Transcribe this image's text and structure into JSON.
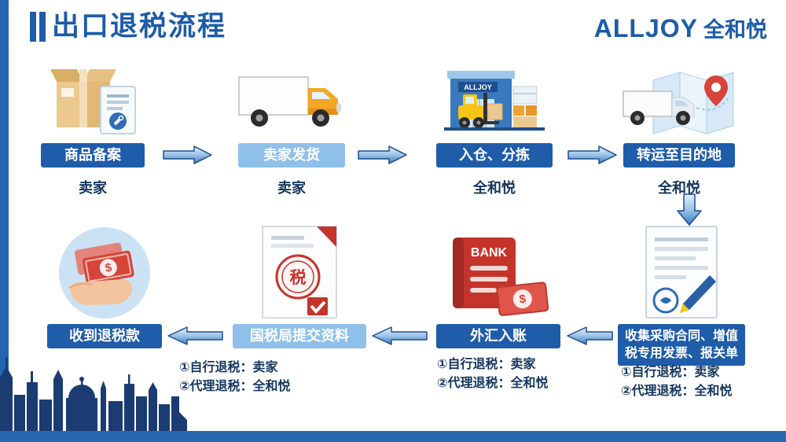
{
  "header": {
    "title": "出口退税流程",
    "brand_en": "ALLJOY",
    "brand_cn": "全和悦"
  },
  "top_row": [
    {
      "label": "商品备案",
      "actor": "卖家"
    },
    {
      "label": "卖家发货",
      "actor": "卖家"
    },
    {
      "label": "入仓、分拣",
      "actor": "全和悦"
    },
    {
      "label": "转运至目的地",
      "actor": "全和悦"
    }
  ],
  "bottom_row": [
    {
      "label": "收到退税款"
    },
    {
      "label": "国税局提交资料",
      "note1": "①自行退税：卖家",
      "note2": "②代理退税：全和悦"
    },
    {
      "label": "外汇入账",
      "note1": "①自行退税：卖家",
      "note2": "②代理退税：全和悦"
    },
    {
      "label": "收集采购合同、增值税专用发票、报关单",
      "note1": "①自行退税：卖家",
      "note2": "②代理退税：全和悦"
    }
  ],
  "icon_text": {
    "warehouse_sign": "ALLJOY",
    "bank_label": "BANK",
    "tax_seal": "税",
    "dollar": "$"
  },
  "colors": {
    "primary_blue": "#1F5CA9",
    "light_blue": "#8FC0EA",
    "accent_red": "#C4342B",
    "navy_text": "#14365E",
    "skyline_navy": "#1A3C73",
    "cab_orange": "#F5A623"
  }
}
